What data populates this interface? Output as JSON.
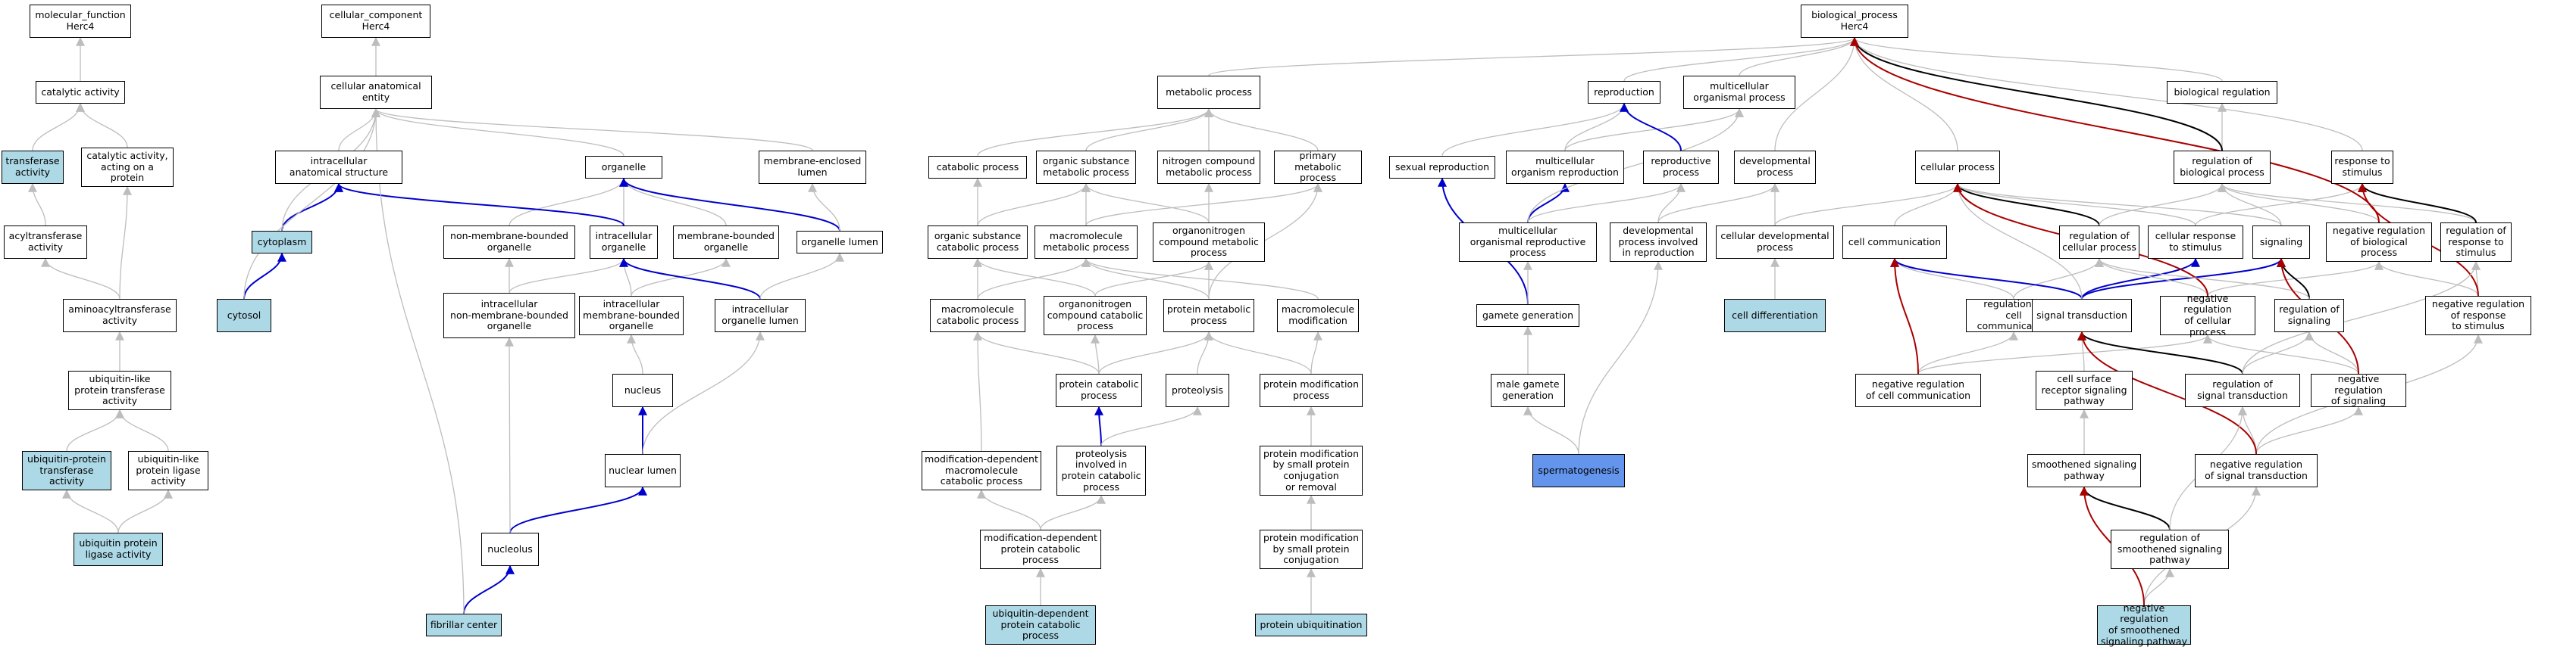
{
  "colors": {
    "grey": "#bdbdbd",
    "black": "#000000",
    "blue": "#0000cc",
    "red": "#aa0000",
    "highlight": "#add8e6",
    "highlight_strong": "#6495ed"
  },
  "nodes": [
    {
      "id": "mf",
      "label": "molecular_function\nHerc4"
    },
    {
      "id": "cat",
      "label": "catalytic activity"
    },
    {
      "id": "trans",
      "label": "transferase\nactivity",
      "fill": "highlight"
    },
    {
      "id": "catprot",
      "label": "catalytic activity,\nacting on a\nprotein"
    },
    {
      "id": "acyl",
      "label": "acyltransferase\nactivity"
    },
    {
      "id": "aminoacyl",
      "label": "aminoacyltransferase\nactivity"
    },
    {
      "id": "ubl",
      "label": "ubiquitin-like\nprotein transferase\nactivity"
    },
    {
      "id": "ubtrans",
      "label": "ubiquitin-protein\ntransferase\nactivity",
      "fill": "highlight"
    },
    {
      "id": "ubllig",
      "label": "ubiquitin-like\nprotein ligase\nactivity"
    },
    {
      "id": "ublig",
      "label": "ubiquitin protein\nligase activity",
      "fill": "highlight"
    },
    {
      "id": "cc",
      "label": "cellular_component\nHerc4"
    },
    {
      "id": "cae",
      "label": "cellular anatomical\nentity"
    },
    {
      "id": "ias",
      "label": "intracellular\nanatomical structure"
    },
    {
      "id": "cyto",
      "label": "cytoplasm",
      "fill": "highlight"
    },
    {
      "id": "cytosol",
      "label": "cytosol",
      "fill": "highlight"
    },
    {
      "id": "org",
      "label": "organelle"
    },
    {
      "id": "mel",
      "label": "membrane-enclosed\nlumen"
    },
    {
      "id": "nmbo",
      "label": "non-membrane-bounded\norganelle"
    },
    {
      "id": "io",
      "label": "intracellular\norganelle"
    },
    {
      "id": "mbo",
      "label": "membrane-bounded\norganelle"
    },
    {
      "id": "ol",
      "label": "organelle lumen"
    },
    {
      "id": "inmbo",
      "label": "intracellular\nnon-membrane-bounded\norganelle"
    },
    {
      "id": "imbo",
      "label": "intracellular\nmembrane-bounded\norganelle"
    },
    {
      "id": "iol",
      "label": "intracellular\norganelle lumen"
    },
    {
      "id": "nuc",
      "label": "nucleus"
    },
    {
      "id": "nl",
      "label": "nuclear lumen"
    },
    {
      "id": "nucleolus",
      "label": "nucleolus"
    },
    {
      "id": "fc",
      "label": "fibrillar center",
      "fill": "highlight"
    },
    {
      "id": "metab",
      "label": "metabolic process"
    },
    {
      "id": "catab",
      "label": "catabolic process"
    },
    {
      "id": "osmp",
      "label": "organic substance\nmetabolic process"
    },
    {
      "id": "ncmp",
      "label": "nitrogen compound\nmetabolic process"
    },
    {
      "id": "pmp",
      "label": "primary metabolic\nprocess"
    },
    {
      "id": "oscp",
      "label": "organic substance\ncatabolic process"
    },
    {
      "id": "mmp",
      "label": "macromolecule\nmetabolic process"
    },
    {
      "id": "onmp",
      "label": "organonitrogen\ncompound metabolic\nprocess"
    },
    {
      "id": "mcp",
      "label": "macromolecule\ncatabolic process"
    },
    {
      "id": "oncp",
      "label": "organonitrogen\ncompound catabolic\nprocess"
    },
    {
      "id": "protmp",
      "label": "protein metabolic\nprocess"
    },
    {
      "id": "mmod",
      "label": "macromolecule\nmodification"
    },
    {
      "id": "pcp",
      "label": "protein catabolic\nprocess"
    },
    {
      "id": "proteo",
      "label": "proteolysis"
    },
    {
      "id": "pmod",
      "label": "protein modification\nprocess"
    },
    {
      "id": "mdmcp",
      "label": "modification-dependent\nmacromolecule\ncatabolic process"
    },
    {
      "id": "pipcp",
      "label": "proteolysis\ninvolved in\nprotein catabolic\nprocess"
    },
    {
      "id": "pmsp",
      "label": "protein modification\nby small protein\nconjugation\nor removal"
    },
    {
      "id": "mdpcp",
      "label": "modification-dependent\nprotein catabolic\nprocess"
    },
    {
      "id": "pmspc",
      "label": "protein modification\nby small protein\nconjugation"
    },
    {
      "id": "udpcp",
      "label": "ubiquitin-dependent\nprotein catabolic\nprocess",
      "fill": "highlight"
    },
    {
      "id": "pubq",
      "label": "protein ubiquitination",
      "fill": "highlight"
    },
    {
      "id": "bp",
      "label": "biological_process\nHerc4"
    },
    {
      "id": "repro",
      "label": "reproduction"
    },
    {
      "id": "mcop",
      "label": "multicellular\norganismal process"
    },
    {
      "id": "sexrep",
      "label": "sexual reproduction"
    },
    {
      "id": "mcor",
      "label": "multicellular\norganism reproduction"
    },
    {
      "id": "reprop",
      "label": "reproductive\nprocess"
    },
    {
      "id": "devp",
      "label": "developmental\nprocess"
    },
    {
      "id": "mcorp",
      "label": "multicellular\norganismal reproductive\nprocess"
    },
    {
      "id": "dpir",
      "label": "developmental\nprocess involved\nin reproduction"
    },
    {
      "id": "gg",
      "label": "gamete generation"
    },
    {
      "id": "mgg",
      "label": "male gamete\ngeneration"
    },
    {
      "id": "sperm",
      "label": "spermatogenesis",
      "fill": "highlight_strong"
    },
    {
      "id": "cdp",
      "label": "cellular developmental\nprocess"
    },
    {
      "id": "cdiff",
      "label": "cell differentiation",
      "fill": "highlight"
    },
    {
      "id": "cp",
      "label": "cellular process"
    },
    {
      "id": "breg",
      "label": "biological regulation"
    },
    {
      "id": "rbp",
      "label": "regulation of\nbiological process"
    },
    {
      "id": "rts",
      "label": "response to\nstimulus"
    },
    {
      "id": "ccomm",
      "label": "cell communication"
    },
    {
      "id": "rcp",
      "label": "regulation of\ncellular process"
    },
    {
      "id": "crs",
      "label": "cellular response\nto stimulus"
    },
    {
      "id": "sig",
      "label": "signaling"
    },
    {
      "id": "nrbp",
      "label": "negative regulation\nof biological\nprocess"
    },
    {
      "id": "rrs",
      "label": "regulation of\nresponse to\nstimulus"
    },
    {
      "id": "rcc",
      "label": "regulation of\ncell communication"
    },
    {
      "id": "st",
      "label": "signal transduction"
    },
    {
      "id": "nrcp",
      "label": "negative regulation\nof cellular\nprocess"
    },
    {
      "id": "rsig",
      "label": "regulation of\nsignaling"
    },
    {
      "id": "nrrs",
      "label": "negative regulation\nof response\nto stimulus"
    },
    {
      "id": "nrcc",
      "label": "negative regulation\nof cell communication"
    },
    {
      "id": "csrsp",
      "label": "cell surface\nreceptor signaling\npathway"
    },
    {
      "id": "rst",
      "label": "regulation of\nsignal transduction"
    },
    {
      "id": "nrsig",
      "label": "negative regulation\nof signaling"
    },
    {
      "id": "ssp",
      "label": "smoothened signaling\npathway"
    },
    {
      "id": "nrst",
      "label": "negative regulation\nof signal transduction"
    },
    {
      "id": "rssp",
      "label": "regulation of\nsmoothened signaling\npathway"
    },
    {
      "id": "nrssp",
      "label": "negative regulation\nof smoothened\nsignaling pathway",
      "fill": "highlight"
    }
  ],
  "edges": [
    [
      "cat",
      "mf",
      "grey"
    ],
    [
      "trans",
      "cat",
      "grey"
    ],
    [
      "catprot",
      "cat",
      "grey"
    ],
    [
      "acyl",
      "trans",
      "grey"
    ],
    [
      "aminoacyl",
      "acyl",
      "grey"
    ],
    [
      "aminoacyl",
      "catprot",
      "grey"
    ],
    [
      "ubl",
      "aminoacyl",
      "grey"
    ],
    [
      "ubtrans",
      "ubl",
      "grey"
    ],
    [
      "ubllig",
      "ubl",
      "grey"
    ],
    [
      "ublig",
      "ubtrans",
      "grey"
    ],
    [
      "ublig",
      "ubllig",
      "grey"
    ],
    [
      "cae",
      "cc",
      "grey"
    ],
    [
      "ias",
      "cae",
      "grey"
    ],
    [
      "cyto",
      "ias",
      "blue"
    ],
    [
      "cyto",
      "cae",
      "grey"
    ],
    [
      "cytosol",
      "cyto",
      "blue"
    ],
    [
      "cytosol",
      "cae",
      "grey"
    ],
    [
      "org",
      "cae",
      "grey"
    ],
    [
      "mel",
      "cae",
      "grey"
    ],
    [
      "nmbo",
      "org",
      "grey"
    ],
    [
      "io",
      "org",
      "grey"
    ],
    [
      "io",
      "ias",
      "blue"
    ],
    [
      "mbo",
      "org",
      "grey"
    ],
    [
      "ol",
      "org",
      "blue"
    ],
    [
      "ol",
      "mel",
      "grey"
    ],
    [
      "inmbo",
      "nmbo",
      "grey"
    ],
    [
      "inmbo",
      "io",
      "grey"
    ],
    [
      "imbo",
      "io",
      "grey"
    ],
    [
      "imbo",
      "mbo",
      "grey"
    ],
    [
      "iol",
      "io",
      "blue"
    ],
    [
      "iol",
      "ol",
      "grey"
    ],
    [
      "nuc",
      "imbo",
      "grey"
    ],
    [
      "nl",
      "nuc",
      "blue"
    ],
    [
      "nl",
      "iol",
      "grey"
    ],
    [
      "nucleolus",
      "nl",
      "blue"
    ],
    [
      "nucleolus",
      "inmbo",
      "grey"
    ],
    [
      "fc",
      "nucleolus",
      "blue"
    ],
    [
      "fc",
      "cae",
      "grey"
    ],
    [
      "metab",
      "bp",
      "grey"
    ],
    [
      "catab",
      "metab",
      "grey"
    ],
    [
      "osmp",
      "metab",
      "grey"
    ],
    [
      "ncmp",
      "metab",
      "grey"
    ],
    [
      "pmp",
      "metab",
      "grey"
    ],
    [
      "oscp",
      "osmp",
      "grey"
    ],
    [
      "oscp",
      "catab",
      "grey"
    ],
    [
      "mmp",
      "osmp",
      "grey"
    ],
    [
      "mmp",
      "pmp",
      "grey"
    ],
    [
      "onmp",
      "ncmp",
      "grey"
    ],
    [
      "onmp",
      "osmp",
      "grey"
    ],
    [
      "mcp",
      "oscp",
      "grey"
    ],
    [
      "mcp",
      "mmp",
      "grey"
    ],
    [
      "oncp",
      "onmp",
      "grey"
    ],
    [
      "oncp",
      "oscp",
      "grey"
    ],
    [
      "protmp",
      "mmp",
      "grey"
    ],
    [
      "protmp",
      "onmp",
      "grey"
    ],
    [
      "protmp",
      "pmp",
      "grey"
    ],
    [
      "mmod",
      "mmp",
      "grey"
    ],
    [
      "pcp",
      "mcp",
      "grey"
    ],
    [
      "pcp",
      "protmp",
      "grey"
    ],
    [
      "pcp",
      "oncp",
      "grey"
    ],
    [
      "proteo",
      "protmp",
      "grey"
    ],
    [
      "pmod",
      "protmp",
      "grey"
    ],
    [
      "pmod",
      "mmod",
      "grey"
    ],
    [
      "mdmcp",
      "mcp",
      "grey"
    ],
    [
      "pipcp",
      "pcp",
      "blue"
    ],
    [
      "pipcp",
      "proteo",
      "grey"
    ],
    [
      "pmsp",
      "pmod",
      "grey"
    ],
    [
      "mdpcp",
      "mdmcp",
      "grey"
    ],
    [
      "mdpcp",
      "pipcp",
      "grey"
    ],
    [
      "pmspc",
      "pmsp",
      "grey"
    ],
    [
      "udpcp",
      "mdpcp",
      "grey"
    ],
    [
      "pubq",
      "pmspc",
      "grey"
    ],
    [
      "repro",
      "bp",
      "grey"
    ],
    [
      "mcop",
      "bp",
      "grey"
    ],
    [
      "sexrep",
      "repro",
      "grey"
    ],
    [
      "mcor",
      "repro",
      "grey"
    ],
    [
      "mcor",
      "mcop",
      "grey"
    ],
    [
      "reprop",
      "repro",
      "blue"
    ],
    [
      "devp",
      "bp",
      "grey"
    ],
    [
      "mcorp",
      "mcor",
      "blue"
    ],
    [
      "mcorp",
      "reprop",
      "grey"
    ],
    [
      "mcorp",
      "mcop",
      "grey"
    ],
    [
      "dpir",
      "reprop",
      "grey"
    ],
    [
      "dpir",
      "devp",
      "grey"
    ],
    [
      "gg",
      "sexrep",
      "blue"
    ],
    [
      "gg",
      "mcorp",
      "grey"
    ],
    [
      "mgg",
      "gg",
      "grey"
    ],
    [
      "sperm",
      "mgg",
      "grey"
    ],
    [
      "sperm",
      "dpir",
      "grey"
    ],
    [
      "cdp",
      "devp",
      "grey"
    ],
    [
      "cdp",
      "cp",
      "grey"
    ],
    [
      "cdiff",
      "cdp",
      "grey"
    ],
    [
      "cp",
      "bp",
      "grey"
    ],
    [
      "breg",
      "bp",
      "grey"
    ],
    [
      "rbp",
      "breg",
      "grey"
    ],
    [
      "rbp",
      "bp",
      "black"
    ],
    [
      "rts",
      "bp",
      "grey"
    ],
    [
      "ccomm",
      "cp",
      "grey"
    ],
    [
      "rcp",
      "cp",
      "black"
    ],
    [
      "rcp",
      "rbp",
      "grey"
    ],
    [
      "crs",
      "cp",
      "grey"
    ],
    [
      "crs",
      "rts",
      "grey"
    ],
    [
      "sig",
      "rbp",
      "grey"
    ],
    [
      "sig",
      "cp",
      "grey"
    ],
    [
      "nrbp",
      "rbp",
      "grey"
    ],
    [
      "nrbp",
      "bp",
      "red"
    ],
    [
      "rrs",
      "rbp",
      "grey"
    ],
    [
      "rrs",
      "rts",
      "black"
    ],
    [
      "rcc",
      "ccomm",
      "grey"
    ],
    [
      "rcc",
      "rcp",
      "grey"
    ],
    [
      "st",
      "ccomm",
      "blue"
    ],
    [
      "st",
      "sig",
      "blue"
    ],
    [
      "st",
      "crs",
      "blue"
    ],
    [
      "st",
      "cp",
      "grey"
    ],
    [
      "nrcp",
      "rcp",
      "grey"
    ],
    [
      "nrcp",
      "nrbp",
      "grey"
    ],
    [
      "nrcp",
      "cp",
      "red"
    ],
    [
      "rsig",
      "sig",
      "black"
    ],
    [
      "rsig",
      "rcp",
      "grey"
    ],
    [
      "nrrs",
      "rrs",
      "grey"
    ],
    [
      "nrrs",
      "nrbp",
      "grey"
    ],
    [
      "nrrs",
      "rts",
      "red"
    ],
    [
      "nrcc",
      "rcc",
      "grey"
    ],
    [
      "nrcc",
      "nrcp",
      "grey"
    ],
    [
      "nrcc",
      "ccomm",
      "red"
    ],
    [
      "csrsp",
      "st",
      "grey"
    ],
    [
      "rst",
      "st",
      "black"
    ],
    [
      "rst",
      "rsig",
      "grey"
    ],
    [
      "rst",
      "rrs",
      "grey"
    ],
    [
      "nrsig",
      "rsig",
      "grey"
    ],
    [
      "nrsig",
      "nrcp",
      "grey"
    ],
    [
      "nrsig",
      "sig",
      "red"
    ],
    [
      "ssp",
      "csrsp",
      "grey"
    ],
    [
      "nrst",
      "rst",
      "grey"
    ],
    [
      "nrst",
      "nrsig",
      "grey"
    ],
    [
      "nrst",
      "nrrs",
      "grey"
    ],
    [
      "nrst",
      "st",
      "red"
    ],
    [
      "rssp",
      "ssp",
      "black"
    ],
    [
      "rssp",
      "rst",
      "grey"
    ],
    [
      "nrssp",
      "rssp",
      "grey"
    ],
    [
      "nrssp",
      "nrst",
      "grey"
    ],
    [
      "nrssp",
      "ssp",
      "red"
    ]
  ]
}
